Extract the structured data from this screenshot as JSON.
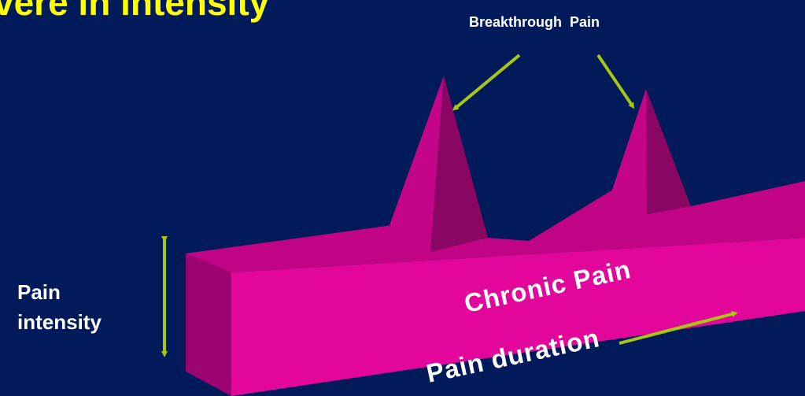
{
  "slide": {
    "title": "vere  in intensity",
    "breakthrough_label": "Breakthrough  Pain",
    "intensity_label_line1": "Pain",
    "intensity_label_line2": "intensity",
    "chronic_label": "Chronic Pain",
    "duration_label": "Pain duration"
  },
  "colors": {
    "background": "#011a5a",
    "title": "#ffff00",
    "bar_front": "#e2069b",
    "bar_top": "#c10486",
    "bar_left": "#9c0470",
    "spike_light": "#c40489",
    "spike_dark": "#8a0663",
    "arrow": "#a8c614",
    "text": "#ffffff"
  }
}
